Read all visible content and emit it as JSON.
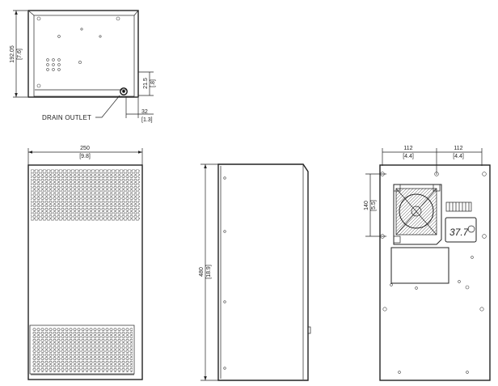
{
  "dimensions": {
    "top_height_mm": "192.05",
    "top_height_in": "[7.6]",
    "drain_height_mm": "21.5",
    "drain_height_in": "[.8]",
    "drain_offset_mm": "32",
    "drain_offset_in": "[1.3]",
    "front_width_mm": "250",
    "front_width_in": "[9.8]",
    "side_height_mm": "480",
    "side_height_in": "[18.9]",
    "rear_left_mm": "112",
    "rear_left_in": "[4.4]",
    "rear_right_mm": "112",
    "rear_right_in": "[4.4]",
    "rear_vertical_mm": "140",
    "rear_vertical_in": "[5.5]"
  },
  "callouts": {
    "drain_outlet": "DRAIN OUTLET"
  },
  "display": {
    "temperature": "37.7"
  }
}
